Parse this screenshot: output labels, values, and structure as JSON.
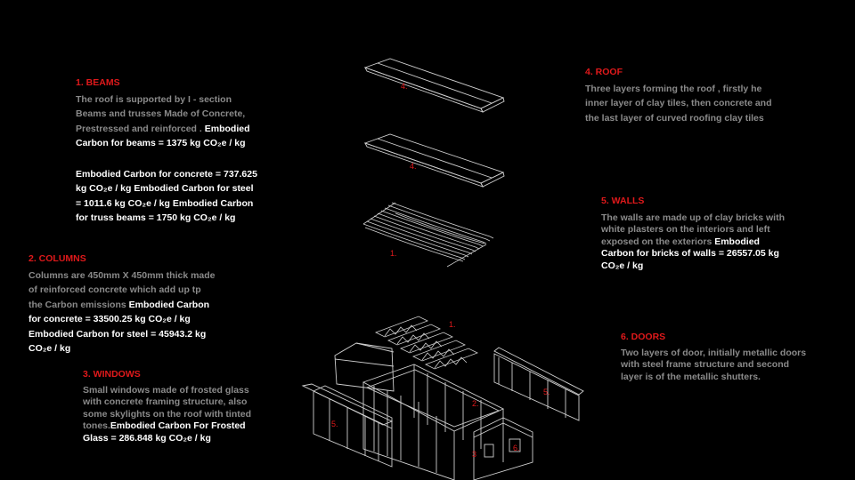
{
  "beams": {
    "heading": "1. BEAMS",
    "grey_lines": [
      "The roof is supported by I - section",
      "Beams and trusses Made of Concrete,",
      "Prestressed and reinforced . "
    ],
    "white_1": "Embodied",
    "white_2": "Carbon for beams = 1375 kg CO₂e / kg",
    "white_lines": [
      "Embodied Carbon for concrete  = 737.625",
      "kg  CO₂e / kg Embodied Carbon for steel",
      "= 1011.6 kg  CO₂e / kg Embodied Carbon",
      "for truss beams =  1750 kg  CO₂e / kg"
    ]
  },
  "columns": {
    "heading": "2. COLUMNS",
    "grey_lines": [
      "Columns are 450mm X 450mm thick made",
      "of reinforced concrete which add up tp",
      "the Carbon emissions "
    ],
    "white_1": "Embodied Carbon",
    "white_lines": [
      "for concrete  = 33500.25 kg  CO₂e / kg",
      "Embodied Carbon for steel  = 45943.2 kg",
      "CO₂e / kg"
    ]
  },
  "windows": {
    "heading": "3. WINDOWS",
    "grey_lines": [
      "Small windows made of frosted glass",
      "with concrete framing structure, also",
      "some skylights on the roof with tinted",
      "tones."
    ],
    "white_1": "Embodied Carbon For Frosted",
    "white_2": "Glass = 286.848 kg CO₂e / kg"
  },
  "roof": {
    "heading": "4. ROOF",
    "grey_lines": [
      "Three layers forming the roof , firstly he",
      "inner layer of clay tiles, then concrete and",
      "the last layer of curved roofing clay tiles"
    ]
  },
  "walls": {
    "heading": "5. WALLS",
    "grey_lines": [
      "The walls are made up of clay bricks with",
      "white plasters on the interiors and left",
      "exposed on the exteriors "
    ],
    "white_1": "Embodied",
    "white_lines": [
      "Carbon for bricks of walls = 26557.05 kg",
      "CO₂e / kg"
    ]
  },
  "doors": {
    "heading": "6. DOORS",
    "grey_lines": [
      "Two layers of door, initially metallic doors",
      "with steel frame structure and second",
      "layer is of the metallic shutters."
    ]
  },
  "diagram_labels": {
    "roof_top": "4.",
    "roof_mid": "4.",
    "tiles": "1.",
    "trusses": "1.",
    "walls_left": "5.",
    "walls_right": "5.",
    "column": "2.",
    "window": "3",
    "door": "6."
  },
  "colors": {
    "heading": "#e0191b",
    "body_grey": "#8a8a8a",
    "highlight": "#ffffff",
    "line": "#cfcfcf"
  }
}
